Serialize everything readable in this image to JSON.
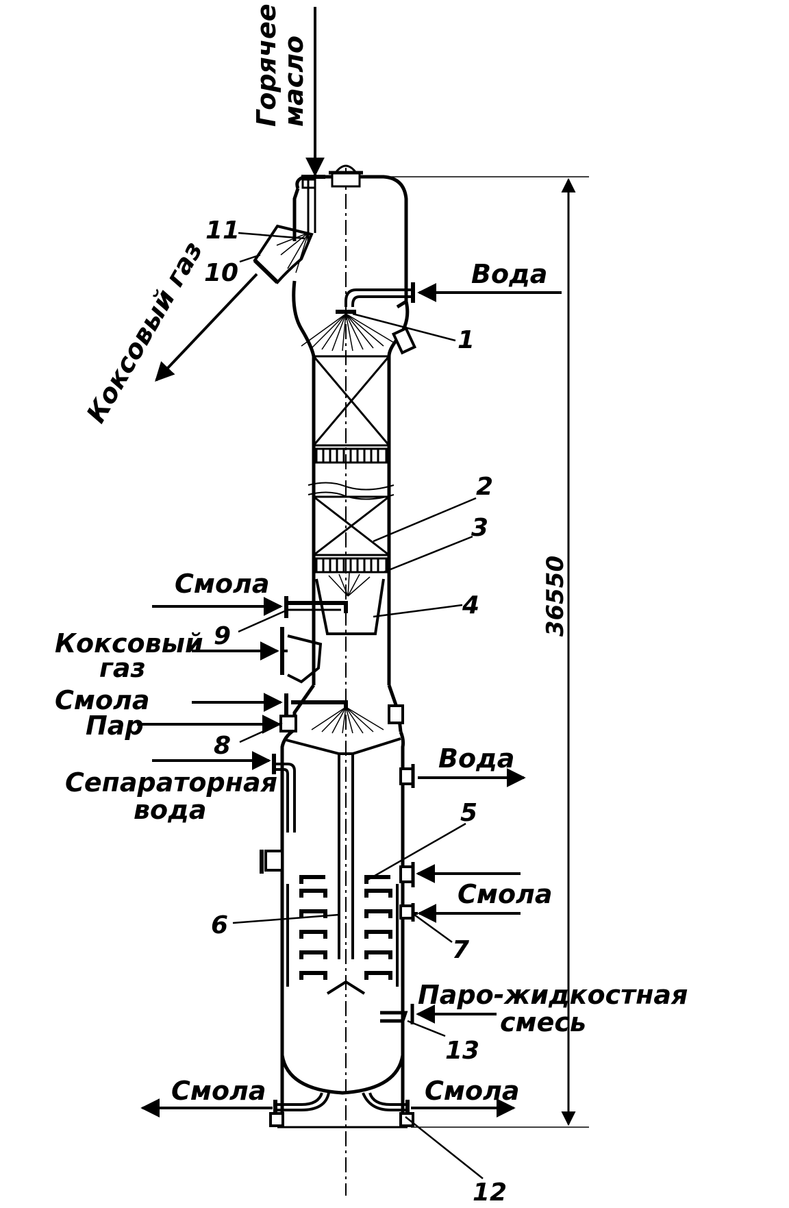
{
  "labels": {
    "hot_oil_line1": "Горячее",
    "hot_oil_line2": "масло",
    "water_in": "Вода",
    "coke_gas_out": "Коксовый газ",
    "tar_in_top": "Смола",
    "coke_gas_in_line1": "Коксовый",
    "coke_gas_in_line2": "газ",
    "tar_in_mid": "Смола",
    "steam": "Пар",
    "separator_water_line1": "Сепараторная",
    "separator_water_line2": "вода",
    "water_out": "Вода",
    "tar_in_side": "Смола",
    "vapor_liquid_line1": "Паро-жидкостная",
    "vapor_liquid_line2": "смесь",
    "tar_out_left": "Смола",
    "tar_out_right": "Смола",
    "height_dimension": "36550"
  },
  "callouts": [
    "1",
    "2",
    "3",
    "4",
    "5",
    "6",
    "7",
    "8",
    "9",
    "10",
    "11",
    "12",
    "13"
  ]
}
